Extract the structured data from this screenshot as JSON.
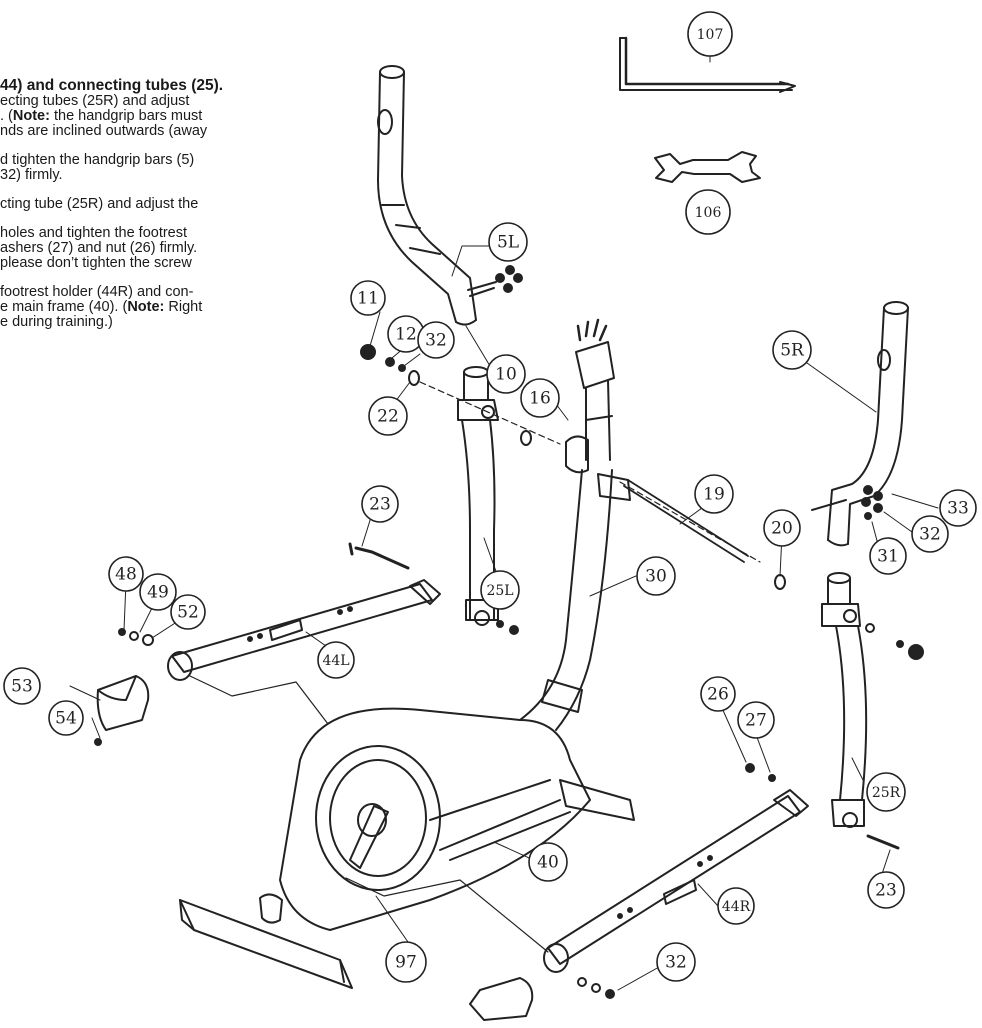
{
  "instructions": {
    "heading": "44) and connecting tubes (25).",
    "lines": [
      "ecting tubes (25R) and adjust",
      ". (|Note:| the handgrip bars must",
      "nds are inclined outwards (away",
      "",
      "d tighten the handgrip bars (5)",
      "32) firmly.",
      "",
      "cting tube (25R) and adjust the",
      "",
      "holes  and  tighten the footrest",
      "ashers (27) and nut (26) firmly.",
      "please don’t tighten the screw",
      "",
      "footrest holder (44R) and con-",
      "e main frame (40). (|Note:| Right",
      "e during training.)"
    ]
  },
  "callouts": [
    "107",
    "106",
    "5L",
    "11",
    "12",
    "32",
    "10",
    "16",
    "22",
    "5R",
    "33",
    "32",
    "31",
    "19",
    "20",
    "23",
    "48",
    "49",
    "52",
    "25L",
    "30",
    "44L",
    "53",
    "54",
    "26",
    "27",
    "25R",
    "40",
    "44R",
    "23",
    "97",
    "32"
  ]
}
